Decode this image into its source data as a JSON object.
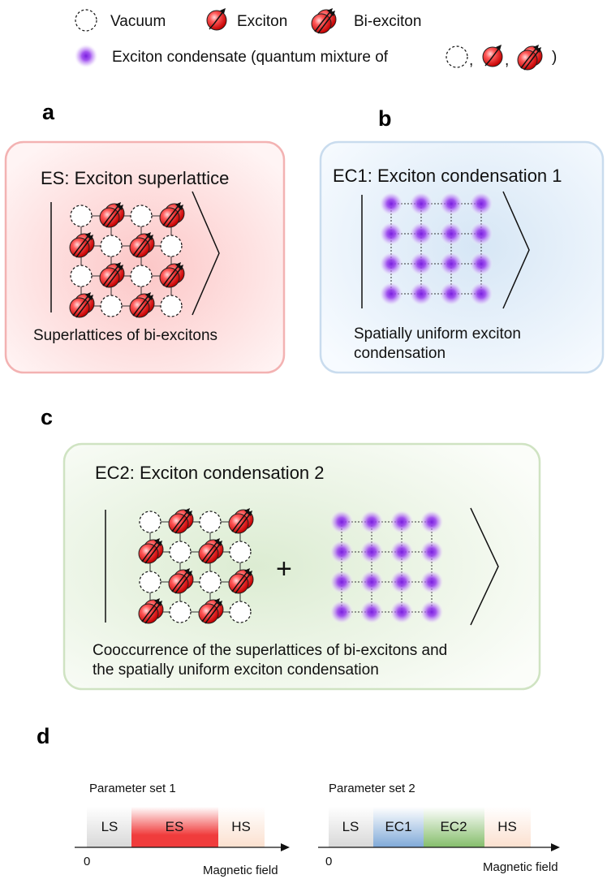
{
  "legend": {
    "vacuum": "Vacuum",
    "exciton": "Exciton",
    "biexciton": "Bi-exciton",
    "condensate_prefix": "Exciton condensate (quantum mixture of",
    "comma_1": ",",
    "comma_2": ",",
    "close_paren": ")"
  },
  "panels": {
    "a": {
      "letter": "a",
      "title": "ES: Exciton superlattice",
      "caption": "Superlattices of bi-excitons",
      "lattice_pattern": [
        [
          "vacuum",
          "biexciton",
          "vacuum",
          "biexciton"
        ],
        [
          "biexciton",
          "vacuum",
          "biexciton",
          "vacuum"
        ],
        [
          "vacuum",
          "biexciton",
          "vacuum",
          "biexciton"
        ],
        [
          "biexciton",
          "vacuum",
          "biexciton",
          "vacuum"
        ]
      ]
    },
    "b": {
      "letter": "b",
      "title": "EC1: Exciton condensation 1",
      "caption_line1": "Spatially uniform exciton",
      "caption_line2": "condensation"
    },
    "c": {
      "letter": "c",
      "title": "EC2: Exciton condensation 2",
      "plus": "+",
      "caption_line1": "Cooccurrence of the superlattices of bi-excitons and",
      "caption_line2": "the spatially uniform exciton condensation"
    },
    "d": {
      "letter": "d",
      "set1": {
        "label": "Parameter set 1",
        "segments": [
          {
            "name": "LS",
            "color": "#dcdcdc"
          },
          {
            "name": "ES",
            "color": "#f03c3c"
          },
          {
            "name": "HS",
            "color": "#fbe3d4"
          }
        ],
        "origin": "0",
        "axis_label": "Magnetic field"
      },
      "set2": {
        "label": "Parameter set 2",
        "segments": [
          {
            "name": "LS",
            "color": "#dcdcdc"
          },
          {
            "name": "EC1",
            "color": "#7fa9d8"
          },
          {
            "name": "EC2",
            "color": "#88c070"
          },
          {
            "name": "HS",
            "color": "#fbe3d4"
          }
        ],
        "origin": "0",
        "axis_label": "Magnetic field"
      }
    }
  },
  "colors": {
    "panel_a_border": "#f3b2b2",
    "panel_b_border": "#c9dcee",
    "panel_c_border": "#cfe3c2",
    "condensate": "#8a2be2",
    "exciton_red": "#e32020"
  }
}
